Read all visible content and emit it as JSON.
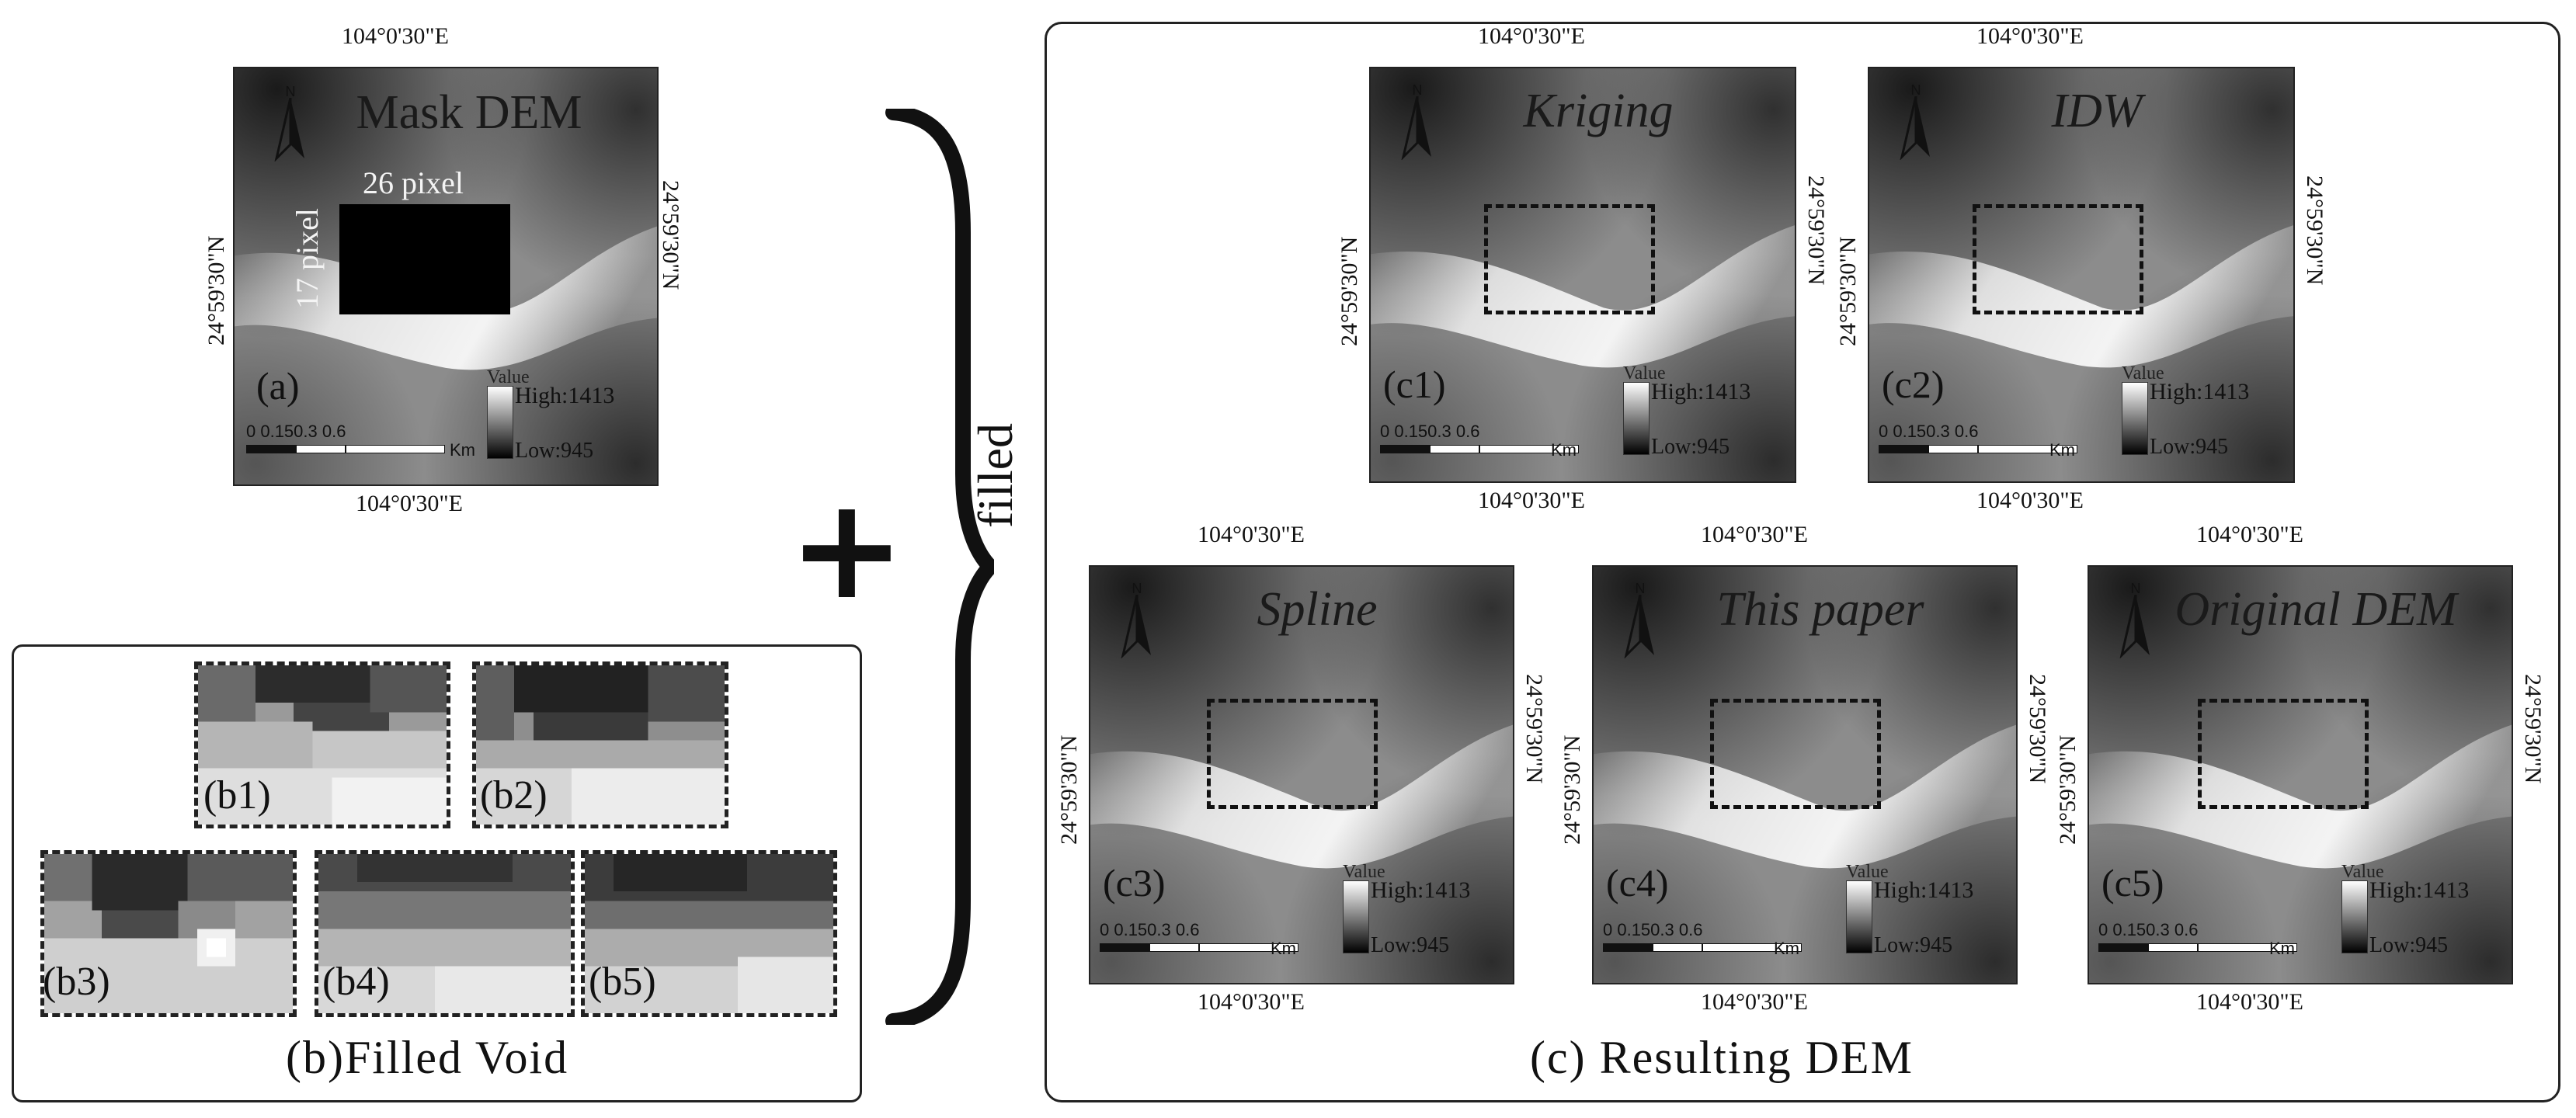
{
  "coords": {
    "lon": "104°0'30\"E",
    "lat": "24°59'30\"N"
  },
  "panel_a": {
    "title": "Mask DEM",
    "label": "(a)",
    "void_width": "26 pixel",
    "void_height": "17 pixel"
  },
  "scale": {
    "nums": "0 0.150.3      0.6",
    "unit": "Km"
  },
  "legend": {
    "title": "Value",
    "high": "High:1413",
    "low": "Low:945"
  },
  "north": "N",
  "plus": "+",
  "filled_label": "filled",
  "panel_b": {
    "caption": "(b)Filled Void",
    "items": [
      "(b1)",
      "(b2)",
      "(b3)",
      "(b4)",
      "(b5)"
    ]
  },
  "panel_c": {
    "caption": "(c) Resulting DEM",
    "maps": [
      {
        "label": "(c1)",
        "title": "Kriging"
      },
      {
        "label": "(c2)",
        "title": "IDW"
      },
      {
        "label": "(c3)",
        "title": "Spline"
      },
      {
        "label": "(c4)",
        "title": "This paper"
      },
      {
        "label": "(c5)",
        "title": "Original DEM"
      }
    ]
  },
  "colors": {
    "dark": "#111111",
    "void": "#000000",
    "background": "#ffffff"
  }
}
